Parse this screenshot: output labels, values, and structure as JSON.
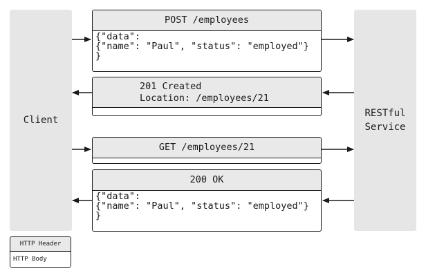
{
  "client": {
    "label": "Client"
  },
  "service": {
    "line1": "RESTful",
    "line2": "Service"
  },
  "messages": [
    {
      "header": "POST /employees",
      "body": [
        "{\"data\":",
        "{\"name\": \"Paul\", \"status\": \"employed\"}",
        "}"
      ]
    },
    {
      "header_line1": "201 Created",
      "header_line2": "Location: /employees/21"
    },
    {
      "header": "GET /employees/21"
    },
    {
      "header": "200 OK",
      "body": [
        "{\"data\":",
        "{\"name\": \"Paul\", \"status\": \"employed\"}",
        "}"
      ]
    }
  ],
  "legend": {
    "header": "HTTP Header",
    "body": "HTTP Body"
  }
}
